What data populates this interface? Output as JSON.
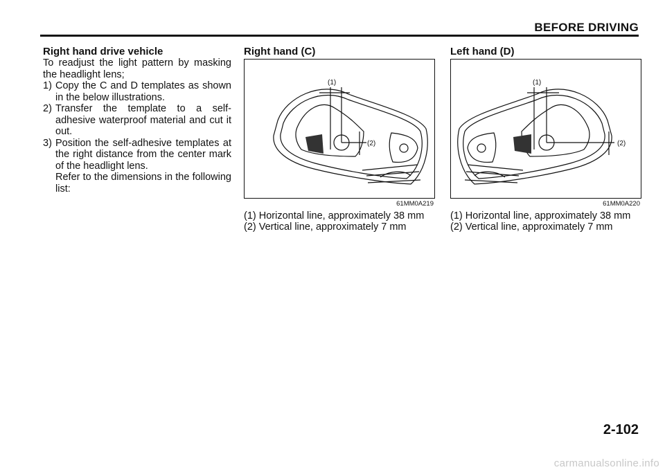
{
  "header": {
    "section_title": "BEFORE DRIVING"
  },
  "left_column": {
    "heading": "Right hand drive vehicle",
    "intro": "To readjust the light pattern by masking the headlight lens;",
    "steps": [
      {
        "num": "1)",
        "text": "Copy the C and D templates as shown in the below illustrations."
      },
      {
        "num": "2)",
        "text": "Transfer the template to a self-adhesive waterproof material and cut it out."
      },
      {
        "num": "3)",
        "text": "Position the self-adhesive templates at the right distance from the center mark of the headlight lens.",
        "extra": "Refer to the dimensions in the following list:"
      }
    ]
  },
  "figures": [
    {
      "title": "Right hand (C)",
      "label_1": "(1)",
      "label_2": "(2)",
      "code": "61MM0A219",
      "caption_1": "(1) Horizontal line, approximately 38 mm",
      "caption_2": "(2) Vertical line, approximately 7 mm"
    },
    {
      "title": "Left hand (D)",
      "label_1": "(1)",
      "label_2": "(2)",
      "code": "61MM0A220",
      "caption_1": "(1) Horizontal line, approximately 38 mm",
      "caption_2": "(2) Vertical line, approximately 7 mm"
    }
  ],
  "page_number": "2-102",
  "watermark": "carmanualsonline.info",
  "colors": {
    "ink": "#111111",
    "mask_fill": "#333333",
    "watermark": "#c8c8c8"
  }
}
